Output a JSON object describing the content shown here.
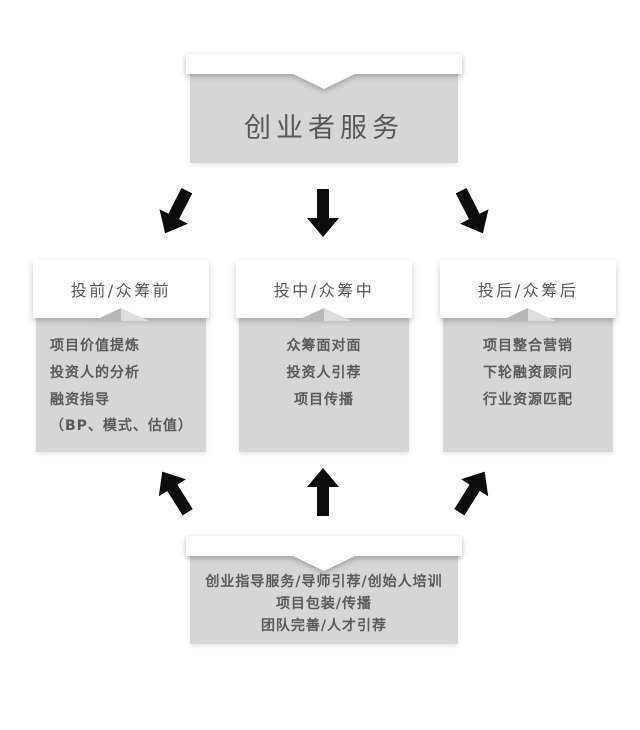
{
  "colors": {
    "box_gray": "#d6d6d6",
    "text_gray": "#58585a",
    "arrow_black": "#0c0c0c",
    "header_white": "#ffffff"
  },
  "top_node": {
    "title": "创业者服务"
  },
  "stages": [
    {
      "header": "投前/众筹前",
      "items": [
        "项目价值提炼",
        "投资人的分析",
        "融资指导",
        "（BP、模式、估值）"
      ]
    },
    {
      "header": "投中/众筹中",
      "items": [
        "众筹面对面",
        "投资人引荐",
        "项目传播"
      ]
    },
    {
      "header": "投后/众筹后",
      "items": [
        "项目整合营销",
        "下轮融资顾问",
        "行业资源匹配"
      ]
    }
  ],
  "bottom_node": {
    "lines": [
      "创业指导服务/导师引荐/创始人培训",
      "项目包装/传播",
      "团队完善/人才引荐"
    ]
  },
  "icons": {
    "top_arrows": [
      "arrow-down-left-icon",
      "arrow-down-icon",
      "arrow-down-right-icon"
    ],
    "bottom_arrows": [
      "arrow-up-left-icon",
      "arrow-up-icon",
      "arrow-up-right-icon"
    ],
    "banner": "ribbon-fold-banner",
    "fold": "fold-chevron-icon"
  }
}
